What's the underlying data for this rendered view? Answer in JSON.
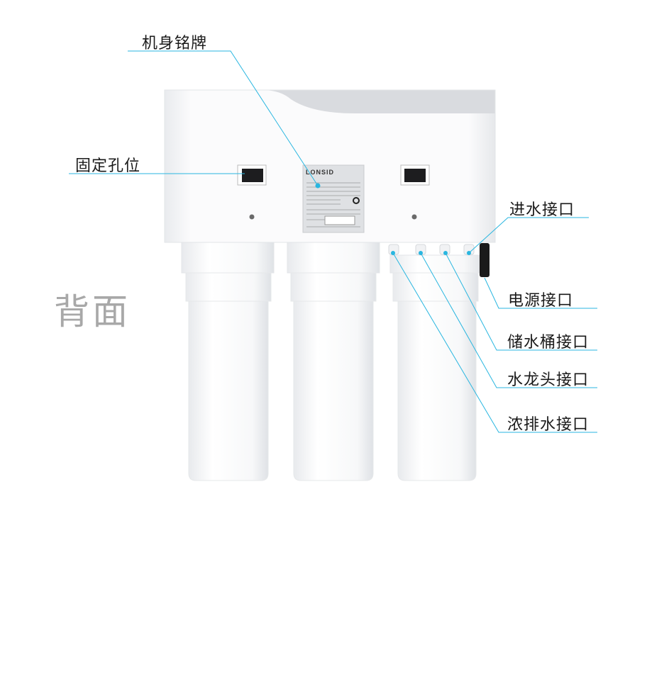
{
  "side_label": "背面",
  "brand_logo": "LONSID",
  "accent_color": "#29b6e0",
  "callouts": {
    "nameplate": "机身铭牌",
    "mounting_holes": "固定孔位",
    "water_inlet": "进水接口",
    "power_port": "电源接口",
    "tank_port": "储水桶接口",
    "faucet_port": "水龙头接口",
    "drain_port": "浓排水接口"
  }
}
